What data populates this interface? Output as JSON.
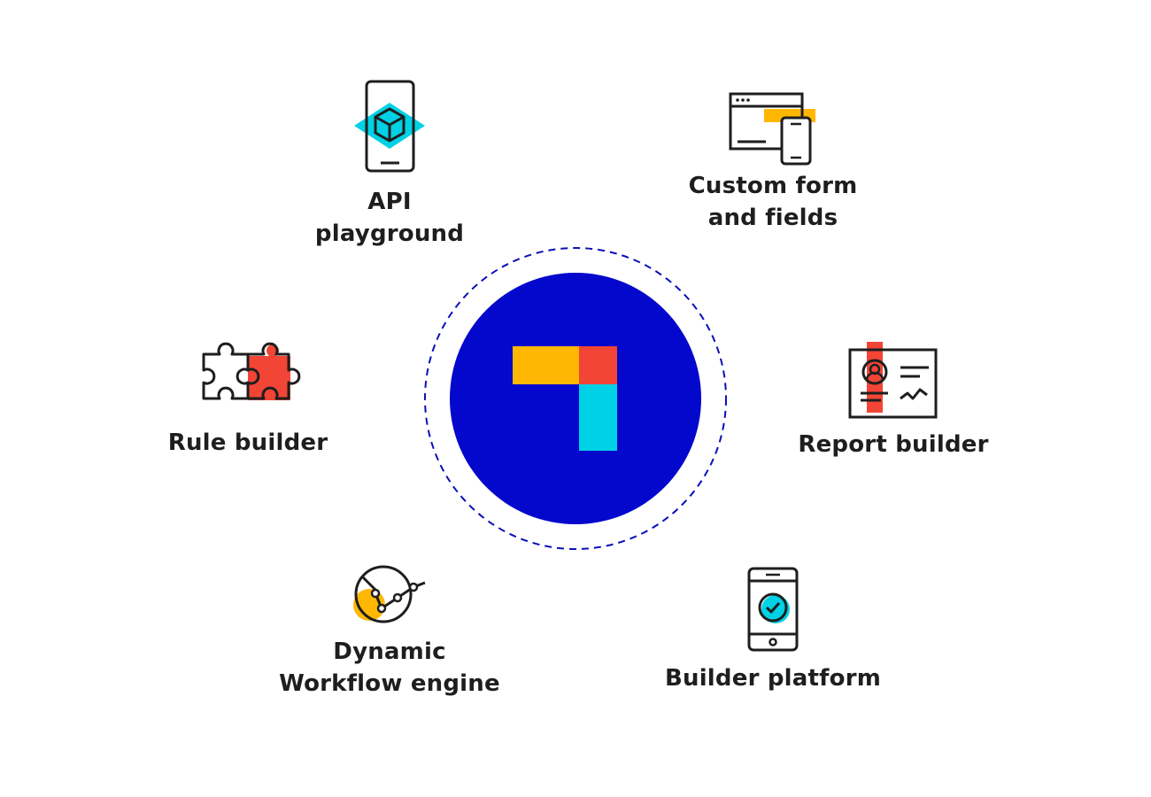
{
  "colors": {
    "hub_fill": "#0408cc",
    "ring_stroke": "#0a10b8",
    "yellow": "#ffb703",
    "red": "#f24536",
    "cyan": "#00d1e4",
    "ink": "#1e1e1e"
  },
  "hub": {
    "logo_icon": "brand-logo-icon"
  },
  "features": [
    {
      "id": "api-playground",
      "icon": "mobile-cube-icon",
      "label_line1": "API",
      "label_line2": "playground"
    },
    {
      "id": "custom-form-and-fields",
      "icon": "browser-mobile-icon",
      "label_line1": "Custom form",
      "label_line2": "and fields"
    },
    {
      "id": "rule-builder",
      "icon": "puzzle-icon",
      "label_line1": "Rule builder",
      "label_line2": ""
    },
    {
      "id": "report-builder",
      "icon": "id-card-icon",
      "label_line1": "Report builder",
      "label_line2": ""
    },
    {
      "id": "dynamic-workflow-engine",
      "icon": "workflow-chart-icon",
      "label_line1": "Dynamic",
      "label_line2": "Workflow engine"
    },
    {
      "id": "builder-platform",
      "icon": "mobile-check-icon",
      "label_line1": "Builder platform",
      "label_line2": ""
    }
  ]
}
